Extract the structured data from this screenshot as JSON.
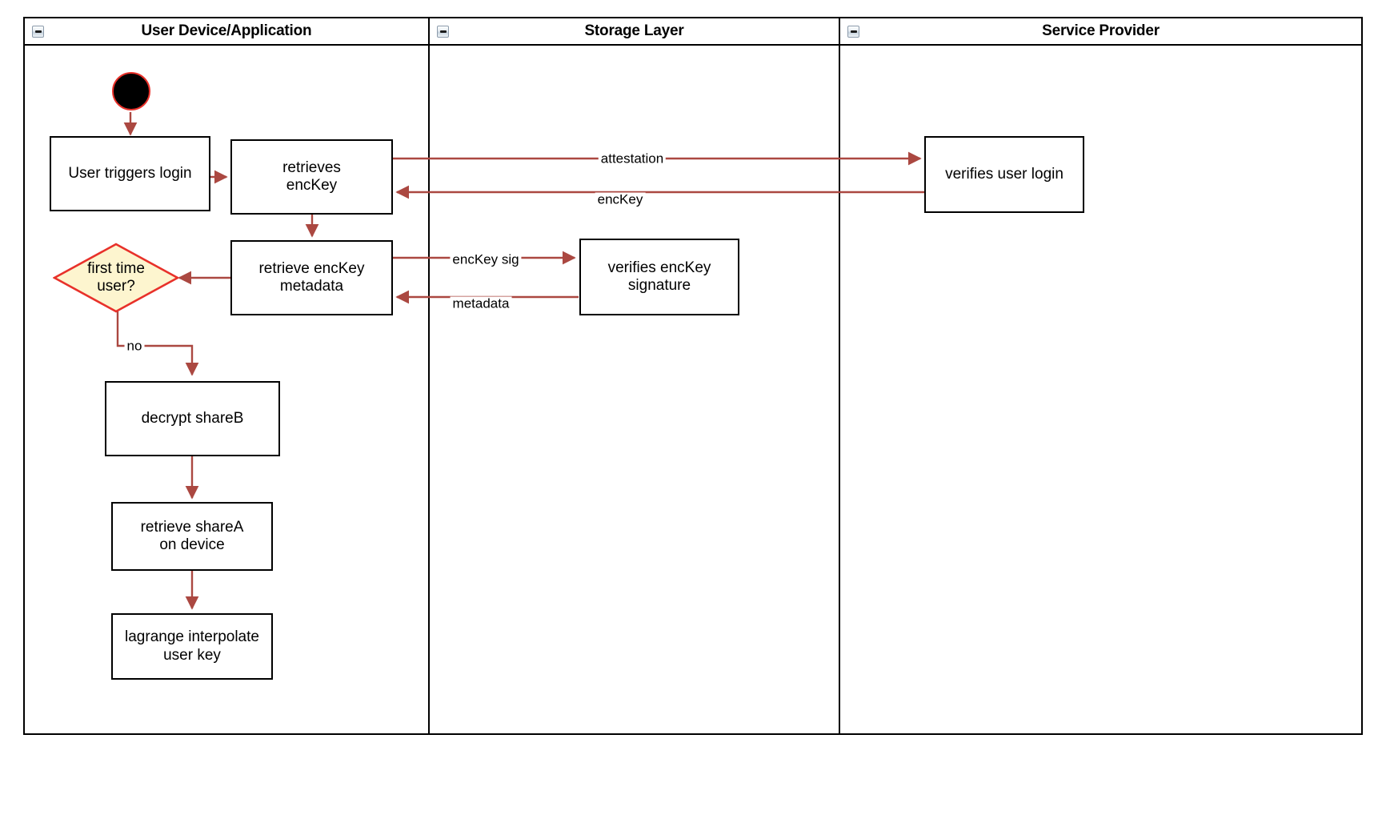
{
  "diagram": {
    "type": "swimlane-activity-diagram",
    "accent_edge_color": "#ab4841",
    "decision_fill": "#fdf5cf",
    "decision_stroke": "#e8312a",
    "start_stroke": "#e8312a",
    "node_stroke": "#000000"
  },
  "lanes": [
    {
      "id": "user-device",
      "title": "User Device/Application",
      "collapse_icon": "collapse-minus-icon"
    },
    {
      "id": "storage-layer",
      "title": "Storage Layer",
      "collapse_icon": "collapse-minus-icon"
    },
    {
      "id": "service-provider",
      "title": "Service Provider",
      "collapse_icon": "collapse-minus-icon"
    }
  ],
  "nodes": [
    {
      "id": "start",
      "kind": "start",
      "label": ""
    },
    {
      "id": "user-triggers-login",
      "kind": "activity",
      "label": "User triggers login"
    },
    {
      "id": "retrieves-enckey",
      "kind": "activity",
      "label": "retrieves\nencKey"
    },
    {
      "id": "retrieve-enckey-metadata",
      "kind": "activity",
      "label": "retrieve encKey\nmetadata"
    },
    {
      "id": "first-time-user",
      "kind": "decision",
      "label": "first time\nuser?"
    },
    {
      "id": "decrypt-shareb",
      "kind": "activity",
      "label": "decrypt shareB"
    },
    {
      "id": "retrieve-sharea-on-device",
      "kind": "activity",
      "label": "retrieve shareA\non device"
    },
    {
      "id": "lagrange-interpolate-user-key",
      "kind": "activity",
      "label": "lagrange interpolate\nuser key"
    },
    {
      "id": "verifies-enckey-signature",
      "kind": "activity",
      "label": "verifies encKey\nsignature"
    },
    {
      "id": "verifies-user-login",
      "kind": "activity",
      "label": "verifies user login"
    }
  ],
  "edges": [
    {
      "id": "e-start-login",
      "from": "start",
      "to": "user-triggers-login",
      "label": ""
    },
    {
      "id": "e-login-retrieves",
      "from": "user-triggers-login",
      "to": "retrieves-enckey",
      "label": ""
    },
    {
      "id": "e-attestation",
      "from": "retrieves-enckey",
      "to": "verifies-user-login",
      "label": "attestation"
    },
    {
      "id": "e-enckey",
      "from": "verifies-user-login",
      "to": "retrieves-enckey",
      "label": "encKey"
    },
    {
      "id": "e-retrieves-metadata",
      "from": "retrieves-enckey",
      "to": "retrieve-enckey-metadata",
      "label": ""
    },
    {
      "id": "e-enckey-sig",
      "from": "retrieve-enckey-metadata",
      "to": "verifies-enckey-signature",
      "label": "encKey sig"
    },
    {
      "id": "e-metadata",
      "from": "verifies-enckey-signature",
      "to": "retrieve-enckey-metadata",
      "label": "metadata"
    },
    {
      "id": "e-metadata-decision",
      "from": "retrieve-enckey-metadata",
      "to": "first-time-user",
      "label": ""
    },
    {
      "id": "e-no",
      "from": "first-time-user",
      "to": "decrypt-shareb",
      "label": "no"
    },
    {
      "id": "e-shareb-sharea",
      "from": "decrypt-shareb",
      "to": "retrieve-sharea-on-device",
      "label": ""
    },
    {
      "id": "e-sharea-lagrange",
      "from": "retrieve-sharea-on-device",
      "to": "lagrange-interpolate-user-key",
      "label": ""
    }
  ]
}
